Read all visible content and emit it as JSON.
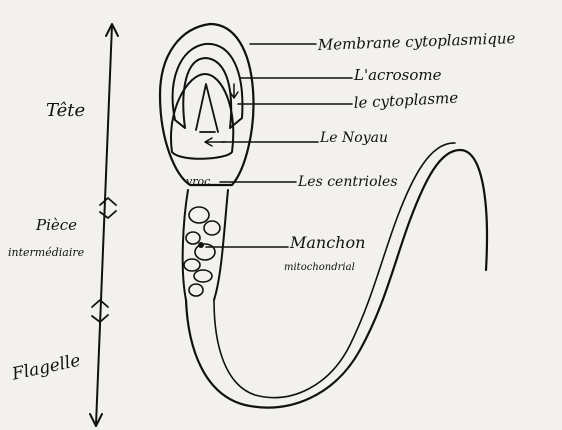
{
  "labels": {
    "membrane": "Membrane cytoplasmique",
    "acrosome": "L'acrosome",
    "cytoplasm": "le cytoplasme",
    "nucleus": "Le Noyau",
    "centrioles": "Les centrioles",
    "mito_sheath_line1": "Manchon",
    "mito_sheath_line2": "mitochondrial"
  },
  "regions": {
    "head": "Tête",
    "midpiece_line1": "Pièce",
    "midpiece_line2": "intermédiaire",
    "flagellum": "Flagelle"
  },
  "colors": {
    "ink": "#111111",
    "paper": "#f3f1ee"
  }
}
